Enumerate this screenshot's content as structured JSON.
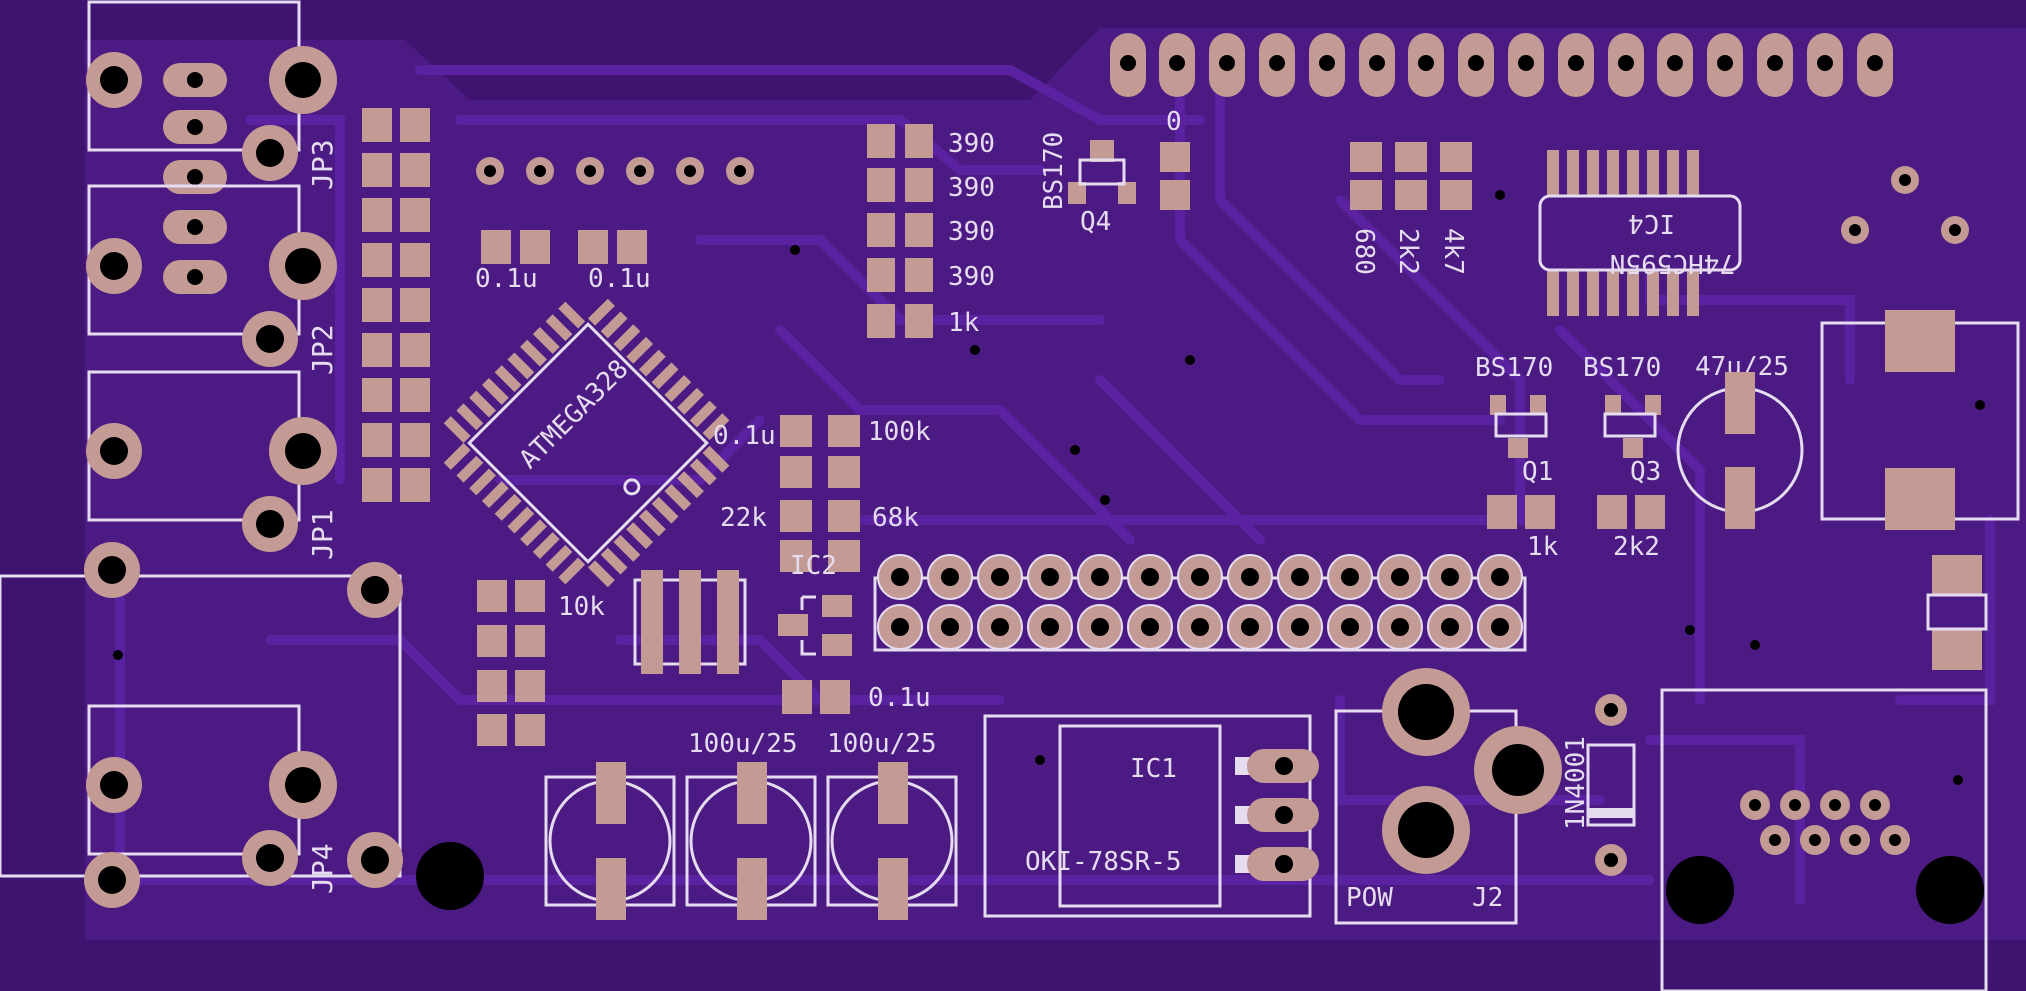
{
  "colors": {
    "background": "#3f1470",
    "board": "#4b1a83",
    "trace": "#57209a",
    "copper": "#c49a94",
    "silkscreen": "#e6dcef",
    "drill": "#000000"
  },
  "labels": {
    "jp3": "JP3",
    "jp2": "JP2",
    "jp1": "JP1",
    "jp4": "JP4",
    "r390a": "390",
    "r390b": "390",
    "r390c": "390",
    "r390d": "390",
    "r1k_top": "1k",
    "bs170_q4": "BS170",
    "q4": "Q4",
    "r0": "0",
    "r680": "680",
    "r2k2_top": "2k2",
    "r4k7": "4k7",
    "ic4_part": "74HC595N",
    "ic4": "IC4",
    "c01u_a": "0.1u",
    "c01u_b": "0.1u",
    "mcu": "ATMEGA328",
    "c01u_c": "0.1u",
    "r100k": "100k",
    "r22k": "22k",
    "r68k": "68k",
    "ic2": "IC2",
    "r10k": "10k",
    "c01u_d": "0.1u",
    "c100u_a": "100u/25",
    "c100u_b": "100u/25",
    "ic1": "IC1",
    "regulator": "OKI-78SR-5",
    "pow": "POW",
    "j2": "J2",
    "diode": "1N4001",
    "bs170_q1": "BS170",
    "bs170_q3": "BS170",
    "q1": "Q1",
    "q3": "Q3",
    "r1k_mid": "1k",
    "r2k2_mid": "2k2",
    "c47u": "47u/25"
  }
}
